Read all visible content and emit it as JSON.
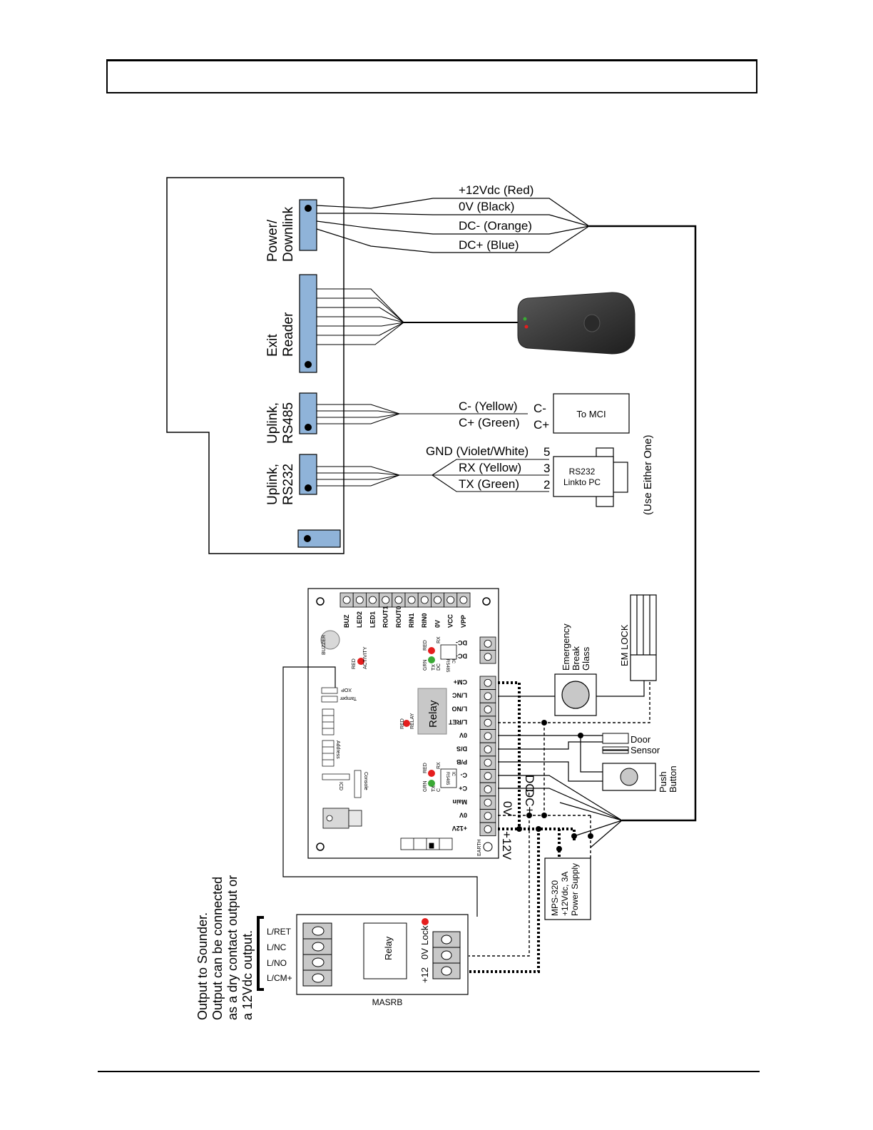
{
  "header": {
    "title": ""
  },
  "controller": {
    "ports": {
      "power": "Power/\nDownlink",
      "reader": "Exit\nReader",
      "rs485": "Uplink,\nRS485",
      "rs232": "Uplink,\nRS232"
    }
  },
  "wires": {
    "power": [
      "+12Vdc (Red)",
      "0V (Black)",
      "DC- (Orange)",
      "DC+ (Blue)"
    ],
    "rs485": [
      "C- (Yellow)",
      "C+ (Green)"
    ],
    "rs232": [
      "GND (Violet/White)",
      "RX (Yellow)",
      "TX (Green)"
    ]
  },
  "pins": {
    "rs485": [
      "C-",
      "C+"
    ],
    "rs232": [
      "5",
      "3",
      "2"
    ]
  },
  "devices": {
    "to_mci": "To MCI",
    "rs232_link": "RS232\nLinkto PC",
    "use_either": "(Use Either One)",
    "emergency": "Emergency\nBreak\nGlass",
    "em_lock": "EM LOCK",
    "door_sensor": "Door\nSensor",
    "push_button": "Push\nButton",
    "power_supply": "MPS-320\n+12Vdc, 3A\nPower Supply"
  },
  "board": {
    "top_pins": [
      "BUZ",
      "LED2",
      "LED1",
      "ROUT1",
      "ROUT0",
      "RIN1",
      "RIN0",
      "0V",
      "VCC",
      "VPP"
    ],
    "right_pins": [
      "DC-",
      "DC+",
      "CM+",
      "L/NC",
      "L/NO",
      "L/RET",
      "0V",
      "D/S",
      "P/B",
      "C-",
      "C+",
      "Main",
      "0V",
      "+12V"
    ],
    "relay": "Relay",
    "buzzer": "BUZZER",
    "red_activity": "RED\nACTIVITY",
    "red_relay": "RED\nRELAY",
    "xop": "XOP",
    "tamper": "Tamper",
    "address": "Address",
    "icd": "ICD",
    "console": "Console",
    "earth": "EARTH",
    "rs485_ic_top": "RS485\nIC",
    "rs485_ic_bot": "RS485\nIC",
    "led_top": {
      "grn": "GRN",
      "red": "RED",
      "rx": "RX",
      "tx": "TX",
      "dc": "DC"
    },
    "led_bot": {
      "grn": "GRN",
      "red": "RED",
      "rx": "RX",
      "tx": "TX",
      "c": "C"
    }
  },
  "bus_labels": {
    "dcm": "DC-",
    "dcp": "DC+",
    "zero_v": "0V",
    "plus12": "+12V"
  },
  "masrb": {
    "name": "MASRB",
    "relay": "Relay",
    "outputs": [
      "L/RET",
      "L/NC",
      "L/NO",
      "L/CM+"
    ],
    "inputs": [
      "+12",
      "0V",
      "Lock"
    ],
    "note": "Output to Sounder.\nOutput can be connected\nas a dry contact output or\na 12Vdc output."
  },
  "colors": {
    "connector": "#8fb3d9",
    "led_red": "#e51e1e",
    "led_green": "#3aa935",
    "relay_fill": "#c8c8c8",
    "reader": "#3a3a3a"
  }
}
